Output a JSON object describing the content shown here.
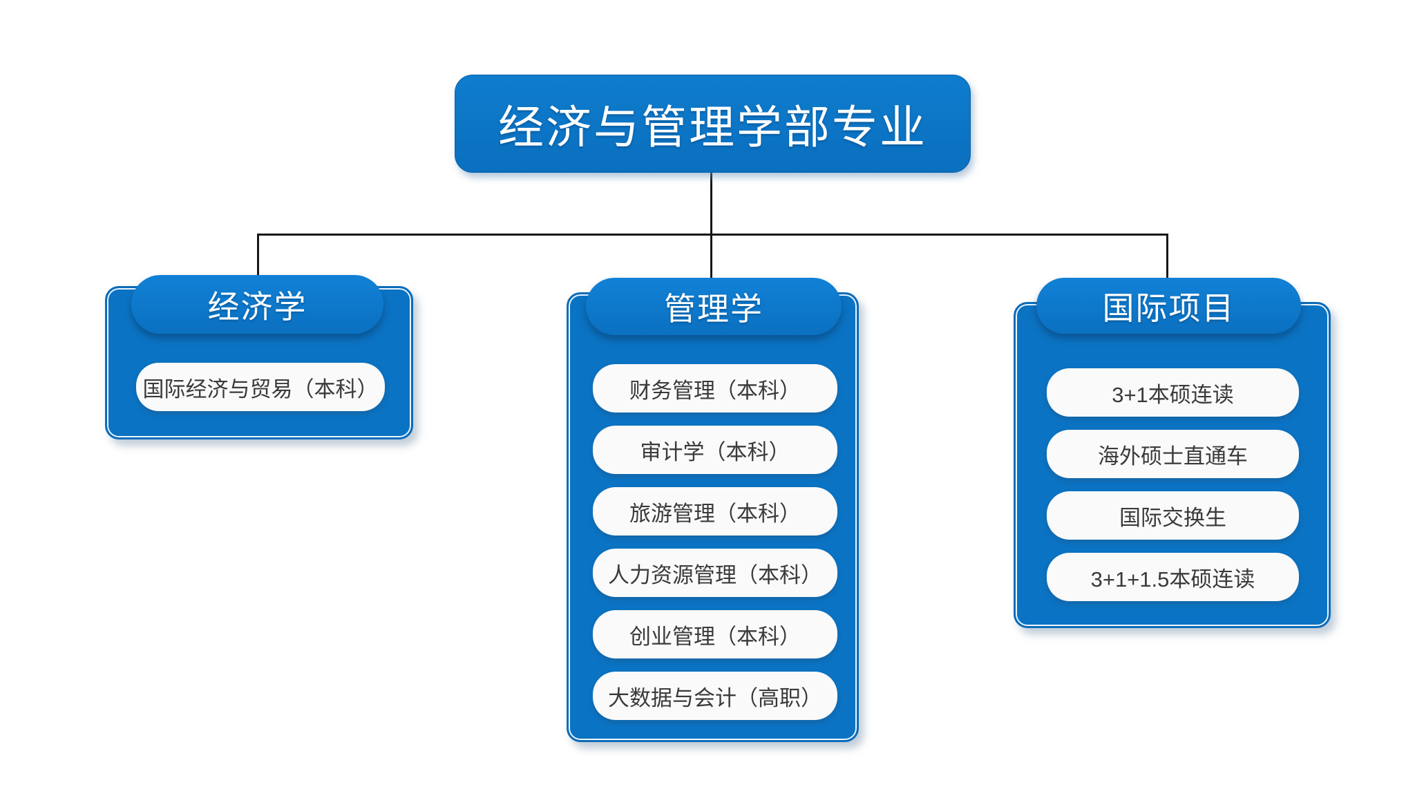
{
  "title": "经济与管理学部专业",
  "colors": {
    "node_blue": "#0b73c3",
    "node_blue_dark_edge": "#0b6cbb",
    "item_bg": "#fafafa",
    "item_text": "#3a3a3a",
    "connector": "#161616",
    "background": "#ffffff"
  },
  "branches": [
    {
      "id": "economics",
      "label": "经济学",
      "items": [
        "国际经济与贸易（本科）"
      ]
    },
    {
      "id": "management",
      "label": "管理学",
      "items": [
        "财务管理（本科）",
        "审计学（本科）",
        "旅游管理（本科）",
        "人力资源管理（本科）",
        "创业管理（本科）",
        "大数据与会计（高职）"
      ]
    },
    {
      "id": "international",
      "label": "国际项目",
      "items": [
        "3+1本硕连读",
        "海外硕士直通车",
        "国际交换生",
        "3+1+1.5本硕连读"
      ]
    }
  ]
}
